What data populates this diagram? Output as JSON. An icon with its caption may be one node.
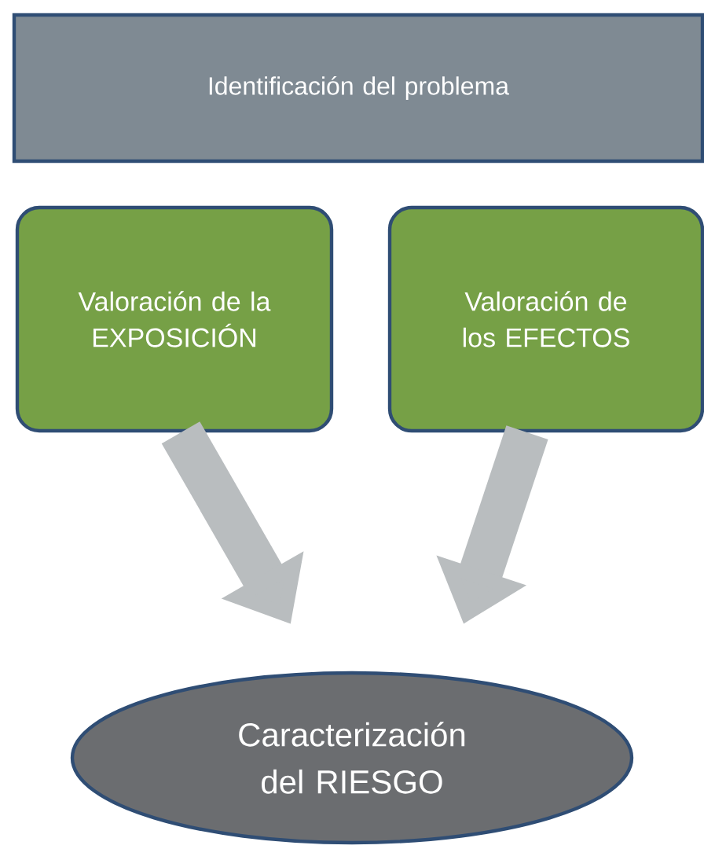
{
  "diagram": {
    "nodes": [
      {
        "text": [
          "Identificación del problema"
        ]
      },
      {
        "text": [
          "Valoración de la EXPOSICIÓN"
        ]
      },
      {
        "text": [
          "Valoración de los EFECTOS"
        ]
      },
      {
        "text": [
          "Caracterización del RIESGO"
        ]
      }
    ],
    "edges": [
      {
        "from": 1,
        "to": 3,
        "arrow": "to"
      },
      {
        "from": 2,
        "to": 3,
        "arrow": "to"
      }
    ]
  }
}
